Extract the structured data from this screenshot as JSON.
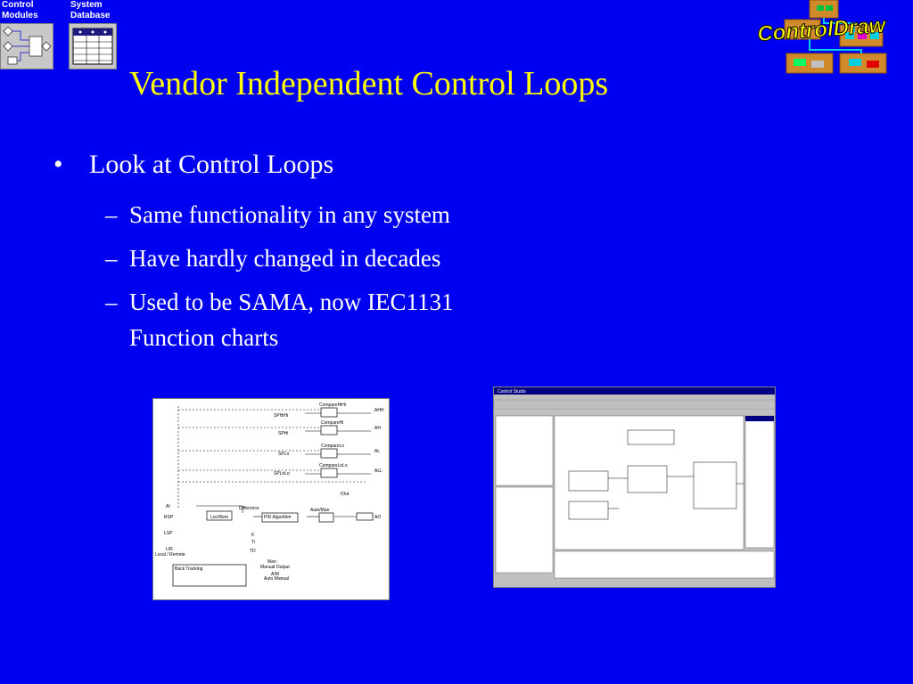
{
  "nav": {
    "control_modules": "Control\nModules",
    "system_database": "System\nDatabase"
  },
  "logo": {
    "text": "ControlDraw"
  },
  "title": "Vendor Independent Control Loops",
  "bullets": [
    {
      "text": "Look at Control Loops",
      "sub": [
        "Same functionality in any system",
        "Have hardly changed in decades",
        "Used to be SAMA, now IEC1131",
        "Function charts"
      ]
    }
  ],
  "figure_left": {
    "blocks": [
      "CompareHiHi",
      "CompareHi",
      "CompareLo",
      "CompareLoLo",
      "Difference",
      "Loc/Rem",
      "PID Algorithm",
      "Auto/Man"
    ],
    "signals": [
      "SPHiHi",
      "SPHi",
      "SPLo",
      "SPLoLo",
      "AI",
      "RSP",
      "LSP",
      "L/R",
      "K",
      "Ti",
      "TD",
      "Man",
      "A/M",
      "AHH",
      "AH",
      "AL",
      "ALL",
      "AO",
      "IOut"
    ],
    "notes": [
      "Local / Remote",
      "Manual Output",
      "Auto Manual",
      "Back Tracking"
    ]
  },
  "figure_right": {
    "title": "Control Studio"
  },
  "colors": {
    "background": "#0000f0",
    "title": "#ffff00",
    "text": "#ffffff"
  }
}
